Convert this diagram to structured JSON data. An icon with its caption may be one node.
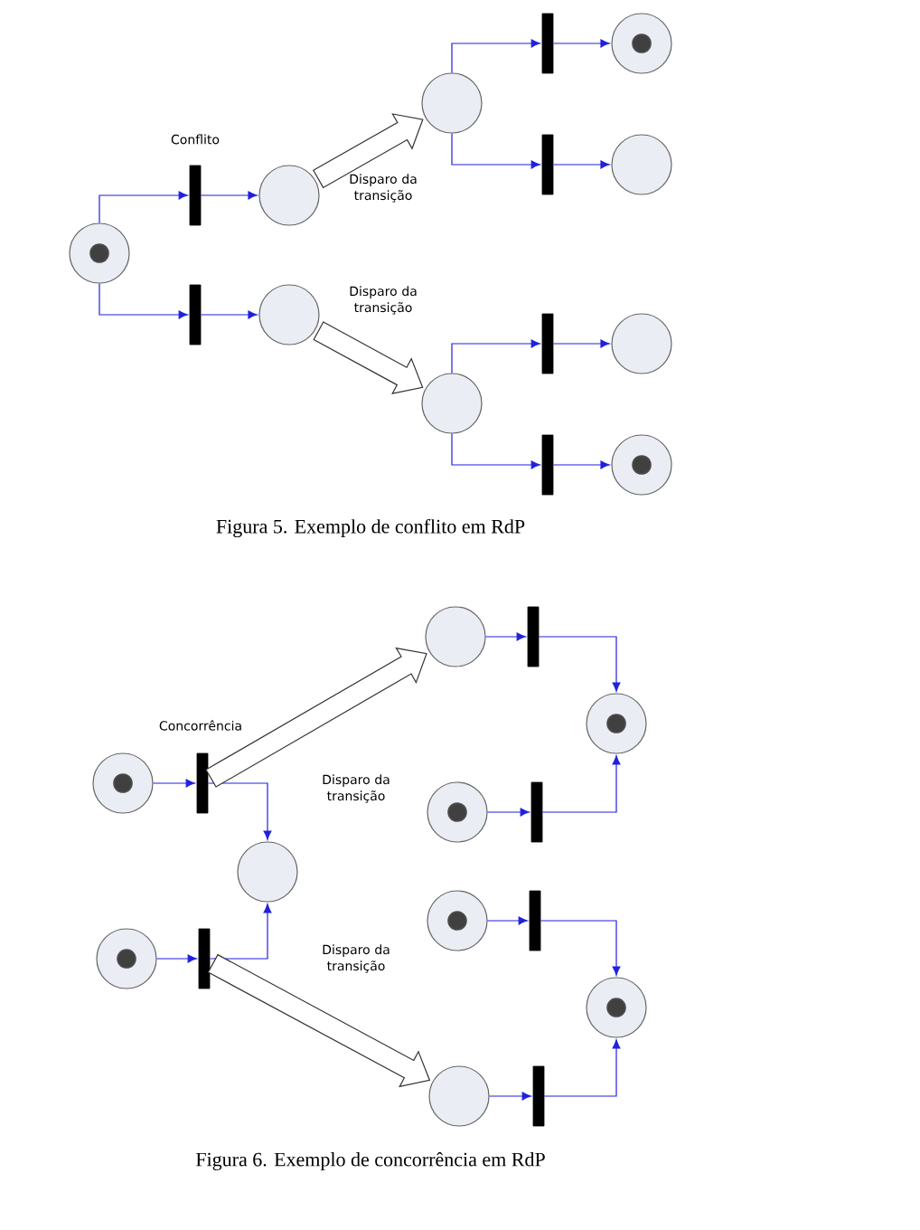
{
  "diagram": {
    "nodes": [
      {
        "text": [],
        "shape": "circle"
      },
      {
        "text": [],
        "shape": "circle",
        "in": 0
      },
      {
        "text": [],
        "shape": "bar"
      },
      {
        "text": [],
        "shape": "bar"
      },
      {
        "text": [],
        "shape": "circle"
      },
      {
        "text": [],
        "shape": "circle"
      },
      {
        "text": [],
        "shape": "circle"
      },
      {
        "text": [],
        "shape": "bar"
      },
      {
        "text": [],
        "shape": "bar"
      },
      {
        "text": [],
        "shape": "circle"
      },
      {
        "text": [],
        "shape": "circle",
        "in": 9
      },
      {
        "text": [],
        "shape": "circle"
      },
      {
        "text": [],
        "shape": "circle"
      },
      {
        "text": [],
        "shape": "bar"
      },
      {
        "text": [],
        "shape": "bar"
      },
      {
        "text": [],
        "shape": "circle"
      },
      {
        "text": [],
        "shape": "circle"
      },
      {
        "text": [],
        "shape": "circle",
        "in": 16
      },
      {
        "text": [],
        "shape": "circle"
      },
      {
        "text": [],
        "shape": "circle",
        "in": 18
      },
      {
        "text": [],
        "shape": "bar"
      },
      {
        "text": [],
        "shape": "circle"
      },
      {
        "text": [],
        "shape": "circle",
        "in": 21
      },
      {
        "text": [],
        "shape": "bar"
      },
      {
        "text": [],
        "shape": "circle"
      },
      {
        "text": [],
        "shape": "circle"
      },
      {
        "text": [],
        "shape": "bar"
      },
      {
        "text": [],
        "shape": "circle"
      },
      {
        "text": [],
        "shape": "circle",
        "in": 27
      },
      {
        "text": [],
        "shape": "circle"
      },
      {
        "text": [],
        "shape": "circle",
        "in": 29
      },
      {
        "text": [],
        "shape": "bar"
      },
      {
        "text": [],
        "shape": "circle"
      },
      {
        "text": [],
        "shape": "circle",
        "in": 32
      },
      {
        "text": [],
        "shape": "bar"
      },
      {
        "text": [],
        "shape": "circle"
      },
      {
        "text": [],
        "shape": "circle",
        "in": 35
      },
      {
        "text": [],
        "shape": "circle"
      },
      {
        "text": [],
        "shape": "bar"
      }
    ],
    "edges": [
      {
        "from": 0,
        "to": 2,
        "arrow": "to"
      },
      {
        "from": 0,
        "to": 3,
        "arrow": "to"
      },
      {
        "from": 2,
        "to": 4,
        "arrow": "to"
      },
      {
        "from": 3,
        "to": 5,
        "arrow": "to"
      },
      {
        "from": 6,
        "to": 7,
        "arrow": "to"
      },
      {
        "from": 6,
        "to": 8,
        "arrow": "to"
      },
      {
        "from": 7,
        "to": 9,
        "arrow": "to"
      },
      {
        "from": 8,
        "to": 11,
        "arrow": "to"
      },
      {
        "from": 12,
        "to": 13,
        "arrow": "to"
      },
      {
        "from": 12,
        "to": 14,
        "arrow": "to"
      },
      {
        "from": 13,
        "to": 15,
        "arrow": "to"
      },
      {
        "from": 14,
        "to": 16,
        "arrow": "to"
      },
      {
        "from": 18,
        "to": 20,
        "arrow": "to"
      },
      {
        "from": 20,
        "to": 24,
        "arrow": "to"
      },
      {
        "from": 21,
        "to": 23,
        "arrow": "to"
      },
      {
        "from": 23,
        "to": 24,
        "arrow": "to"
      },
      {
        "from": 25,
        "to": 26,
        "arrow": "to"
      },
      {
        "from": 26,
        "to": 27,
        "arrow": "to"
      },
      {
        "from": 29,
        "to": 31,
        "arrow": "to"
      },
      {
        "from": 31,
        "to": 27,
        "arrow": "to"
      },
      {
        "from": 32,
        "to": 34,
        "arrow": "to"
      },
      {
        "from": 34,
        "to": 35,
        "arrow": "to"
      },
      {
        "from": 37,
        "to": 38,
        "arrow": "to"
      },
      {
        "from": 38,
        "to": 35,
        "arrow": "to"
      },
      {
        "from": 4,
        "to": 6,
        "arrow": "to",
        "style": "thick"
      },
      {
        "from": 5,
        "to": 12,
        "arrow": "to",
        "style": "thick"
      },
      {
        "from": 20,
        "to": 25,
        "arrow": "to",
        "style": "thick"
      },
      {
        "from": 23,
        "to": 37,
        "arrow": "to",
        "style": "thick"
      }
    ],
    "labels": [
      "Conflito",
      "Disparo da transição",
      "Disparo da transição",
      "Figura 5. Exemplo de conflito em RdP",
      "Concorrência",
      "Disparo da transição",
      "Disparo da transição",
      "Figura 6. Exemplo de concorrência em RdP"
    ]
  }
}
